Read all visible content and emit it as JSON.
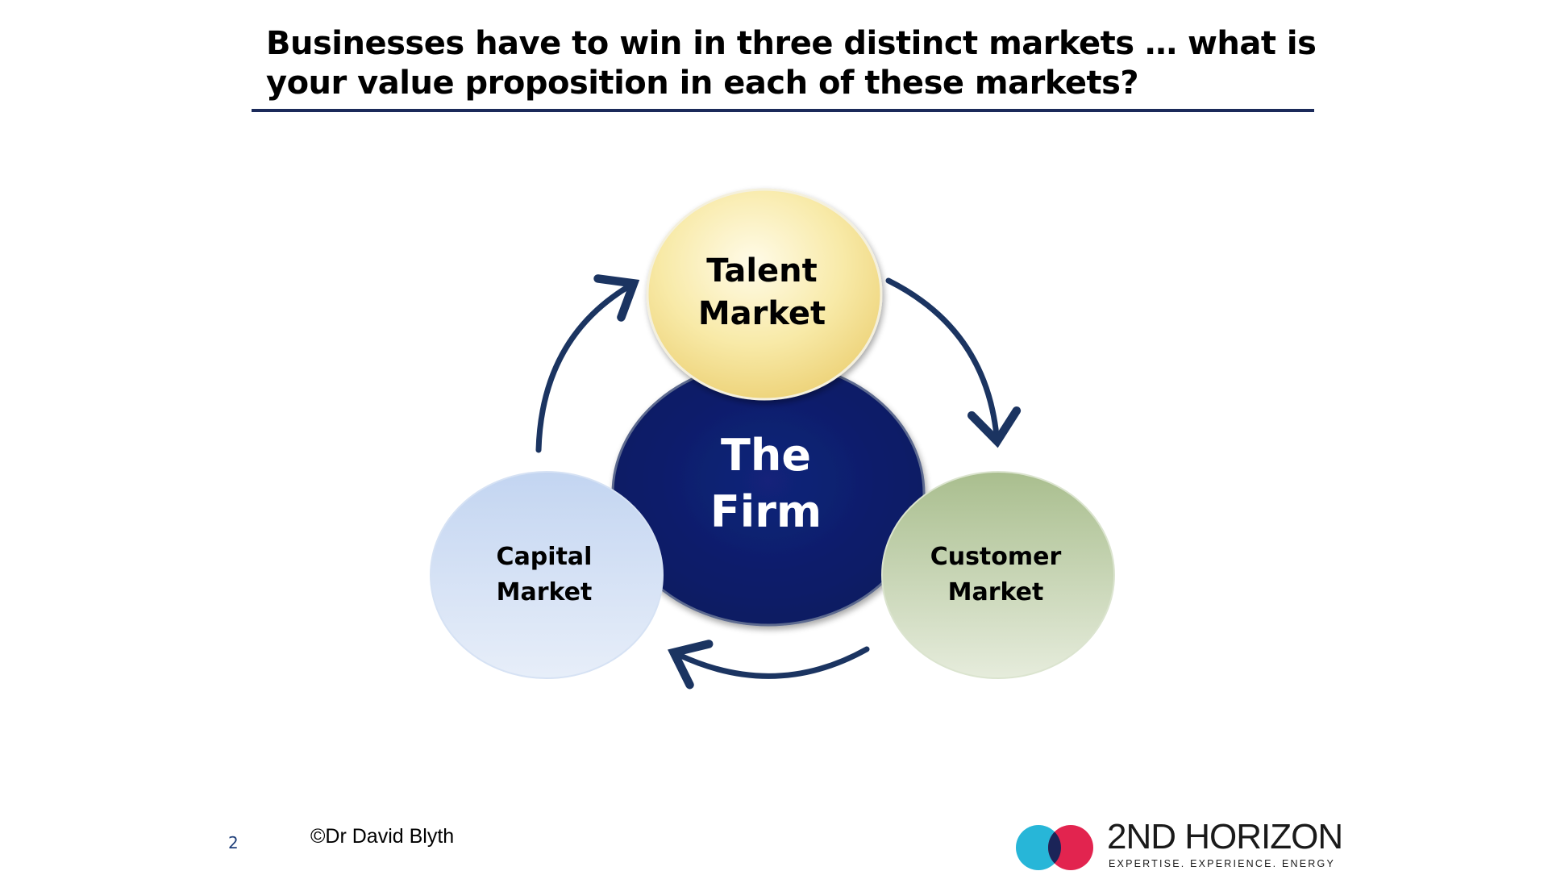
{
  "slide": {
    "title_line1": "Businesses have to win in three distinct markets … what is",
    "title_line2": "your value proposition in each of these markets?",
    "page_number": "2",
    "copyright": "©Dr David Blyth"
  },
  "diagram": {
    "center": {
      "line1": "The",
      "line2": "Firm",
      "color": "#0f1f6b"
    },
    "talent": {
      "line1": "Talent",
      "line2": "Market",
      "color": "#f3e08f"
    },
    "customer": {
      "line1": "Customer",
      "line2": "Market",
      "color": "#b8c9a0"
    },
    "capital": {
      "line1": "Capital",
      "line2": "Market",
      "color": "#c8d8f2"
    },
    "arrow_color": "#1b3461"
  },
  "logo": {
    "name": "2ND HORIZON",
    "tagline": "EXPERTISE. EXPERIENCE. ENERGY",
    "colors": [
      "#27b6d8",
      "#1b2458",
      "#e2244f"
    ]
  }
}
